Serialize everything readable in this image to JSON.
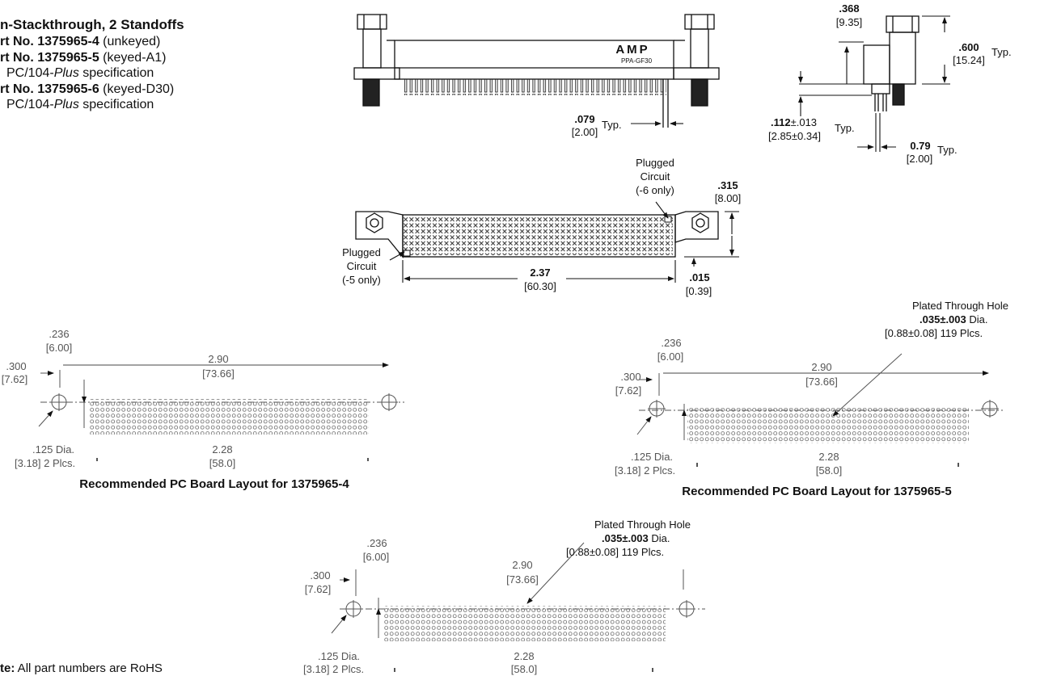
{
  "header": {
    "title": "n-Stackthrough, 2 Standoffs",
    "parts": [
      {
        "label": "rt No. 1375965-4",
        "desc": " (unkeyed)"
      },
      {
        "label": "rt No. 1375965-5",
        "desc": " (keyed-A1)"
      },
      {
        "line": "PC/104-",
        "italic": "Plus",
        "tail": " specification"
      },
      {
        "label": "rt No. 1375965-6",
        "desc": " (keyed-D30)"
      },
      {
        "line": "PC/104-",
        "italic": "Plus",
        "tail": " specification"
      }
    ]
  },
  "front_view": {
    "logo": "AMP",
    "marking": "PPA-GF30",
    "pitch_in": ".079",
    "pitch_mm": "[2.00]",
    "typ": "Typ."
  },
  "side_view": {
    "width_in": ".368",
    "width_mm": "[9.35]",
    "height_in": ".600",
    "height_mm": "[15.24]",
    "standoff_in": ".112",
    "standoff_tol": "±.013",
    "standoff_mm": "[2.85±0.34]",
    "pitch_in": "0.79",
    "pitch_mm": "[2.00]",
    "typ": "Typ."
  },
  "top_view": {
    "plugged_top": [
      "Plugged",
      "Circuit",
      "(-6 only)"
    ],
    "plugged_left": [
      "Plugged",
      "Circuit",
      "(-5 only)"
    ],
    "height_in": ".315",
    "height_mm": "[8.00]",
    "length_in": "2.37",
    "length_mm": "[60.30]",
    "gap_in": ".015",
    "gap_mm": "[0.39]"
  },
  "layouts": [
    {
      "caption": "Recommended PC Board Layout for 1375965-4",
      "d236": ".236",
      "d236mm": "[6.00]",
      "d300": ".300",
      "d300mm": "[7.62]",
      "d290": "2.90",
      "d290mm": "[73.66]",
      "d125": ".125  Dia.",
      "d125mm": "[3.18]  2 Plcs.",
      "d228": "2.28",
      "d228mm": "[58.0]"
    },
    {
      "caption": "Recommended PC Board Layout for 1375965-5",
      "d236": ".236",
      "d236mm": "[6.00]",
      "d300": ".300",
      "d300mm": "[7.62]",
      "d290": "2.90",
      "d290mm": "[73.66]",
      "d125": ".125  Dia.",
      "d125mm": "[3.18]  2 Plcs.",
      "d228": "2.28",
      "d228mm": "[58.0]",
      "pth": [
        "Plated Through Hole",
        ".035",
        "±.003",
        "  Dia.",
        "[0.88±0.08]",
        "  119 Plcs."
      ]
    },
    {
      "caption": "",
      "d236": ".236",
      "d236mm": "[6.00]",
      "d300": ".300",
      "d300mm": "[7.62]",
      "d290": "2.90",
      "d290mm": "[73.66]",
      "d125": ".125  Dia.",
      "d125mm": "[3.18]  2 Plcs.",
      "d228": "2.28",
      "d228mm": "[58.0]",
      "pth": [
        "Plated Through Hole",
        ".035",
        "±.003",
        "  Dia.",
        "[0.88±0.08]",
        "  119 Plcs."
      ]
    }
  ],
  "note": {
    "label": "te:",
    "text": " All part numbers are RoHS"
  }
}
